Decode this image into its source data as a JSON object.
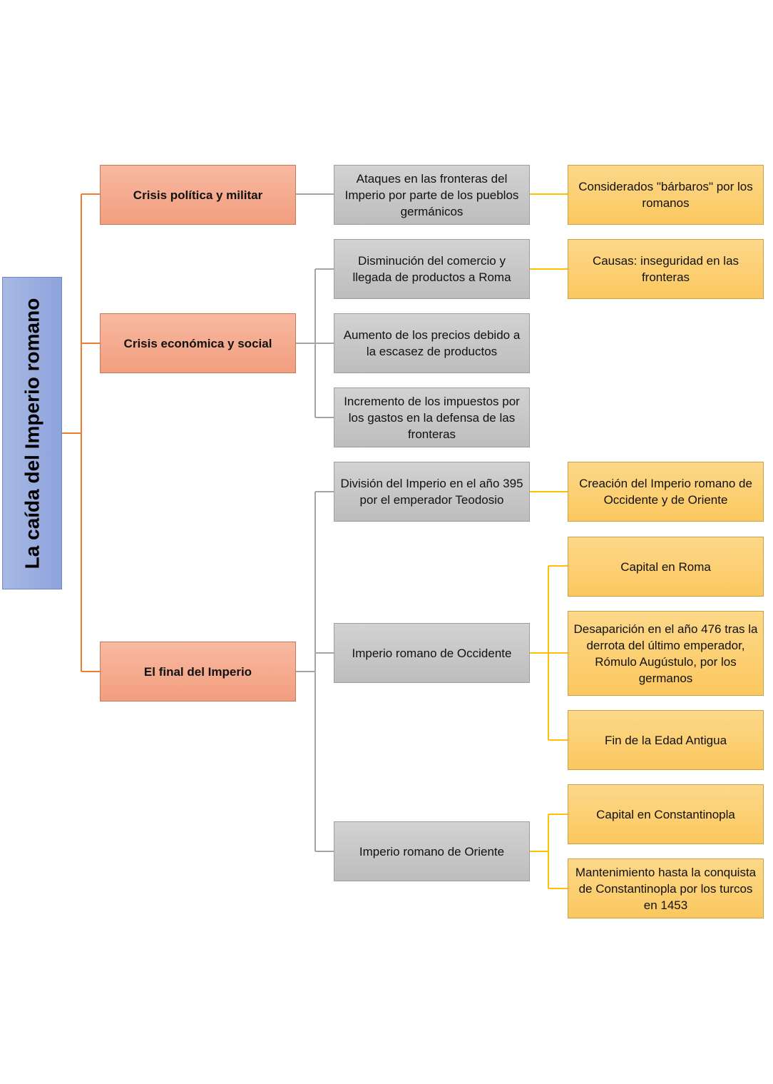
{
  "root": {
    "title": "La caída del Imperio romano"
  },
  "colors": {
    "root_fill": "#8da3dc",
    "category_fill": "#f4a582",
    "detail_fill": "#c0c0c0",
    "leaf_fill": "#fcc95f",
    "orange_line": "#ed7d31",
    "grey_line": "#a5a5a5",
    "gold_line": "#ffc000"
  },
  "categories": [
    {
      "label": "Crisis política y militar"
    },
    {
      "label": "Crisis económica y social"
    },
    {
      "label": "El final del Imperio"
    }
  ],
  "details": [
    {
      "label": "Ataques en las fronteras del Imperio por parte de los pueblos germánicos"
    },
    {
      "label": "Disminución del comercio y llegada de productos a Roma"
    },
    {
      "label": "Aumento de los precios debido a la escasez de productos"
    },
    {
      "label": "Incremento de los impuestos por los gastos en la defensa de las fronteras"
    },
    {
      "label": "División del Imperio en el año 395 por el emperador Teodosio"
    },
    {
      "label": "Imperio romano de Occidente"
    },
    {
      "label": "Imperio romano de Oriente"
    }
  ],
  "leaves": [
    {
      "label": "Considerados \"bárbaros\" por los romanos"
    },
    {
      "label": "Causas: inseguridad en las fronteras"
    },
    {
      "label": "Creación del Imperio romano de Occidente y de Oriente"
    },
    {
      "label": "Capital en Roma"
    },
    {
      "label": "Desaparición en el año 476 tras la derrota del último emperador, Rómulo Augústulo, por los germanos"
    },
    {
      "label": "Fin de la Edad Antigua"
    },
    {
      "label": "Capital en Constantinopla"
    },
    {
      "label": "Mantenimiento hasta la conquista de Constantinopla por los turcos en 1453"
    }
  ]
}
